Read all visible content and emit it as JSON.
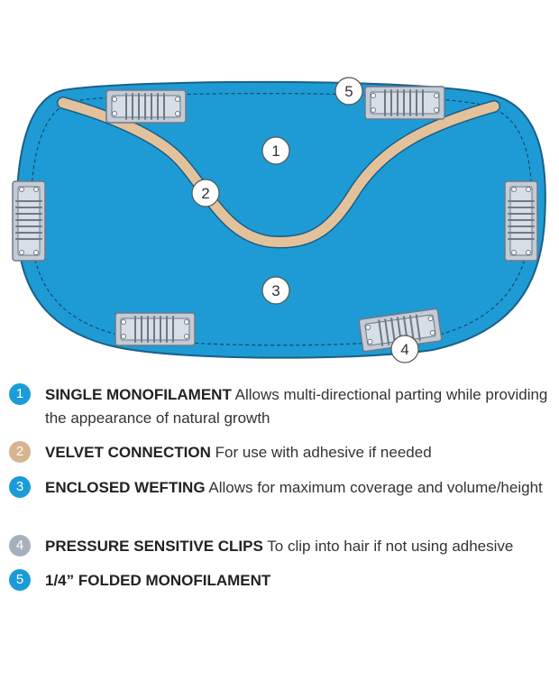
{
  "diagram": {
    "callouts": [
      {
        "number": "1",
        "target": "single-monofilament"
      },
      {
        "number": "2",
        "target": "velvet-connection"
      },
      {
        "number": "3",
        "target": "enclosed-wefting"
      },
      {
        "number": "4",
        "target": "pressure-sensitive-clip"
      },
      {
        "number": "5",
        "target": "folded-monofilament-edge"
      }
    ],
    "colors": {
      "base": "#1e9bd4",
      "base_outline": "#1b5f88",
      "velvet": "#e3c29b",
      "clip": "#c3ccd6",
      "clip_outline": "#6e7886"
    }
  },
  "legend": {
    "items": [
      {
        "number": "1",
        "color": "#1a9cd8",
        "title": "SINGLE MONOFILAMENT",
        "description": "Allows multi-directional parting while providing the appearance of natural growth"
      },
      {
        "number": "2",
        "color": "#d6b48f",
        "title": "VELVET CONNECTION",
        "description": "For use with adhesive if needed"
      },
      {
        "number": "3",
        "color": "#1a9cd8",
        "title": "ENCLOSED WEFTING",
        "description": "Allows for maximum coverage and volume/height"
      },
      {
        "number": "4",
        "color": "#a7b1bd",
        "title": "PRESSURE SENSITIVE CLIPS",
        "description": "To clip into hair if not using adhesive"
      },
      {
        "number": "5",
        "color": "#1a9cd8",
        "title": "1/4” FOLDED MONOFILAMENT",
        "description": ""
      }
    ]
  }
}
